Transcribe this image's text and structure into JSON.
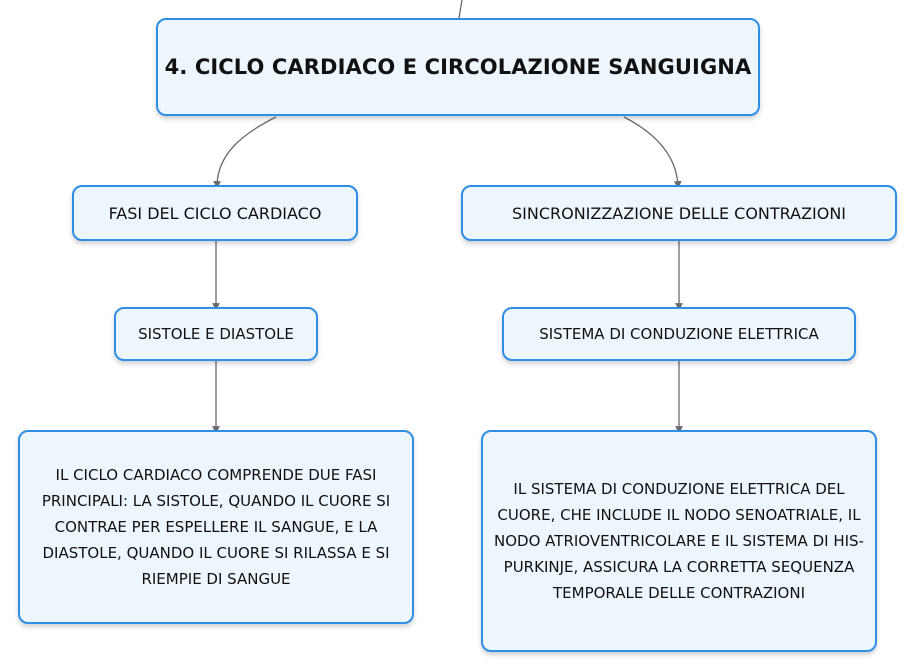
{
  "root": {
    "title": "4. CICLO CARDIACO E CIRCOLAZIONE SANGUIGNA"
  },
  "branches": [
    {
      "label": "FASI DEL CICLO CARDIACO",
      "child": {
        "label": "SISTOLE E DIASTOLE",
        "detail": "IL CICLO CARDIACO COMPRENDE DUE FASI PRINCIPALI: LA SISTOLE, QUANDO IL CUORE SI CONTRAE PER ESPELLERE IL SANGUE, E LA DIASTOLE, QUANDO IL CUORE SI RILASSA E SI RIEMPIE DI SANGUE"
      }
    },
    {
      "label": "SINCRONIZZAZIONE DELLE CONTRAZIONI",
      "child": {
        "label": "SISTEMA DI CONDUZIONE ELETTRICA",
        "detail": "IL SISTEMA DI CONDUZIONE ELETTRICA DEL CUORE, CHE INCLUDE IL NODO SENOATRIALE, IL NODO ATRIOVENTRICOLARE E IL SISTEMA DI HIS-PURKINJE, ASSICURA LA CORRETTA SEQUENZA TEMPORALE DELLE CONTRAZIONI"
      }
    }
  ],
  "colors": {
    "node_border": "#2f8ee5",
    "node_fill": "#eef6fd",
    "connector": "#6b6b6b"
  }
}
